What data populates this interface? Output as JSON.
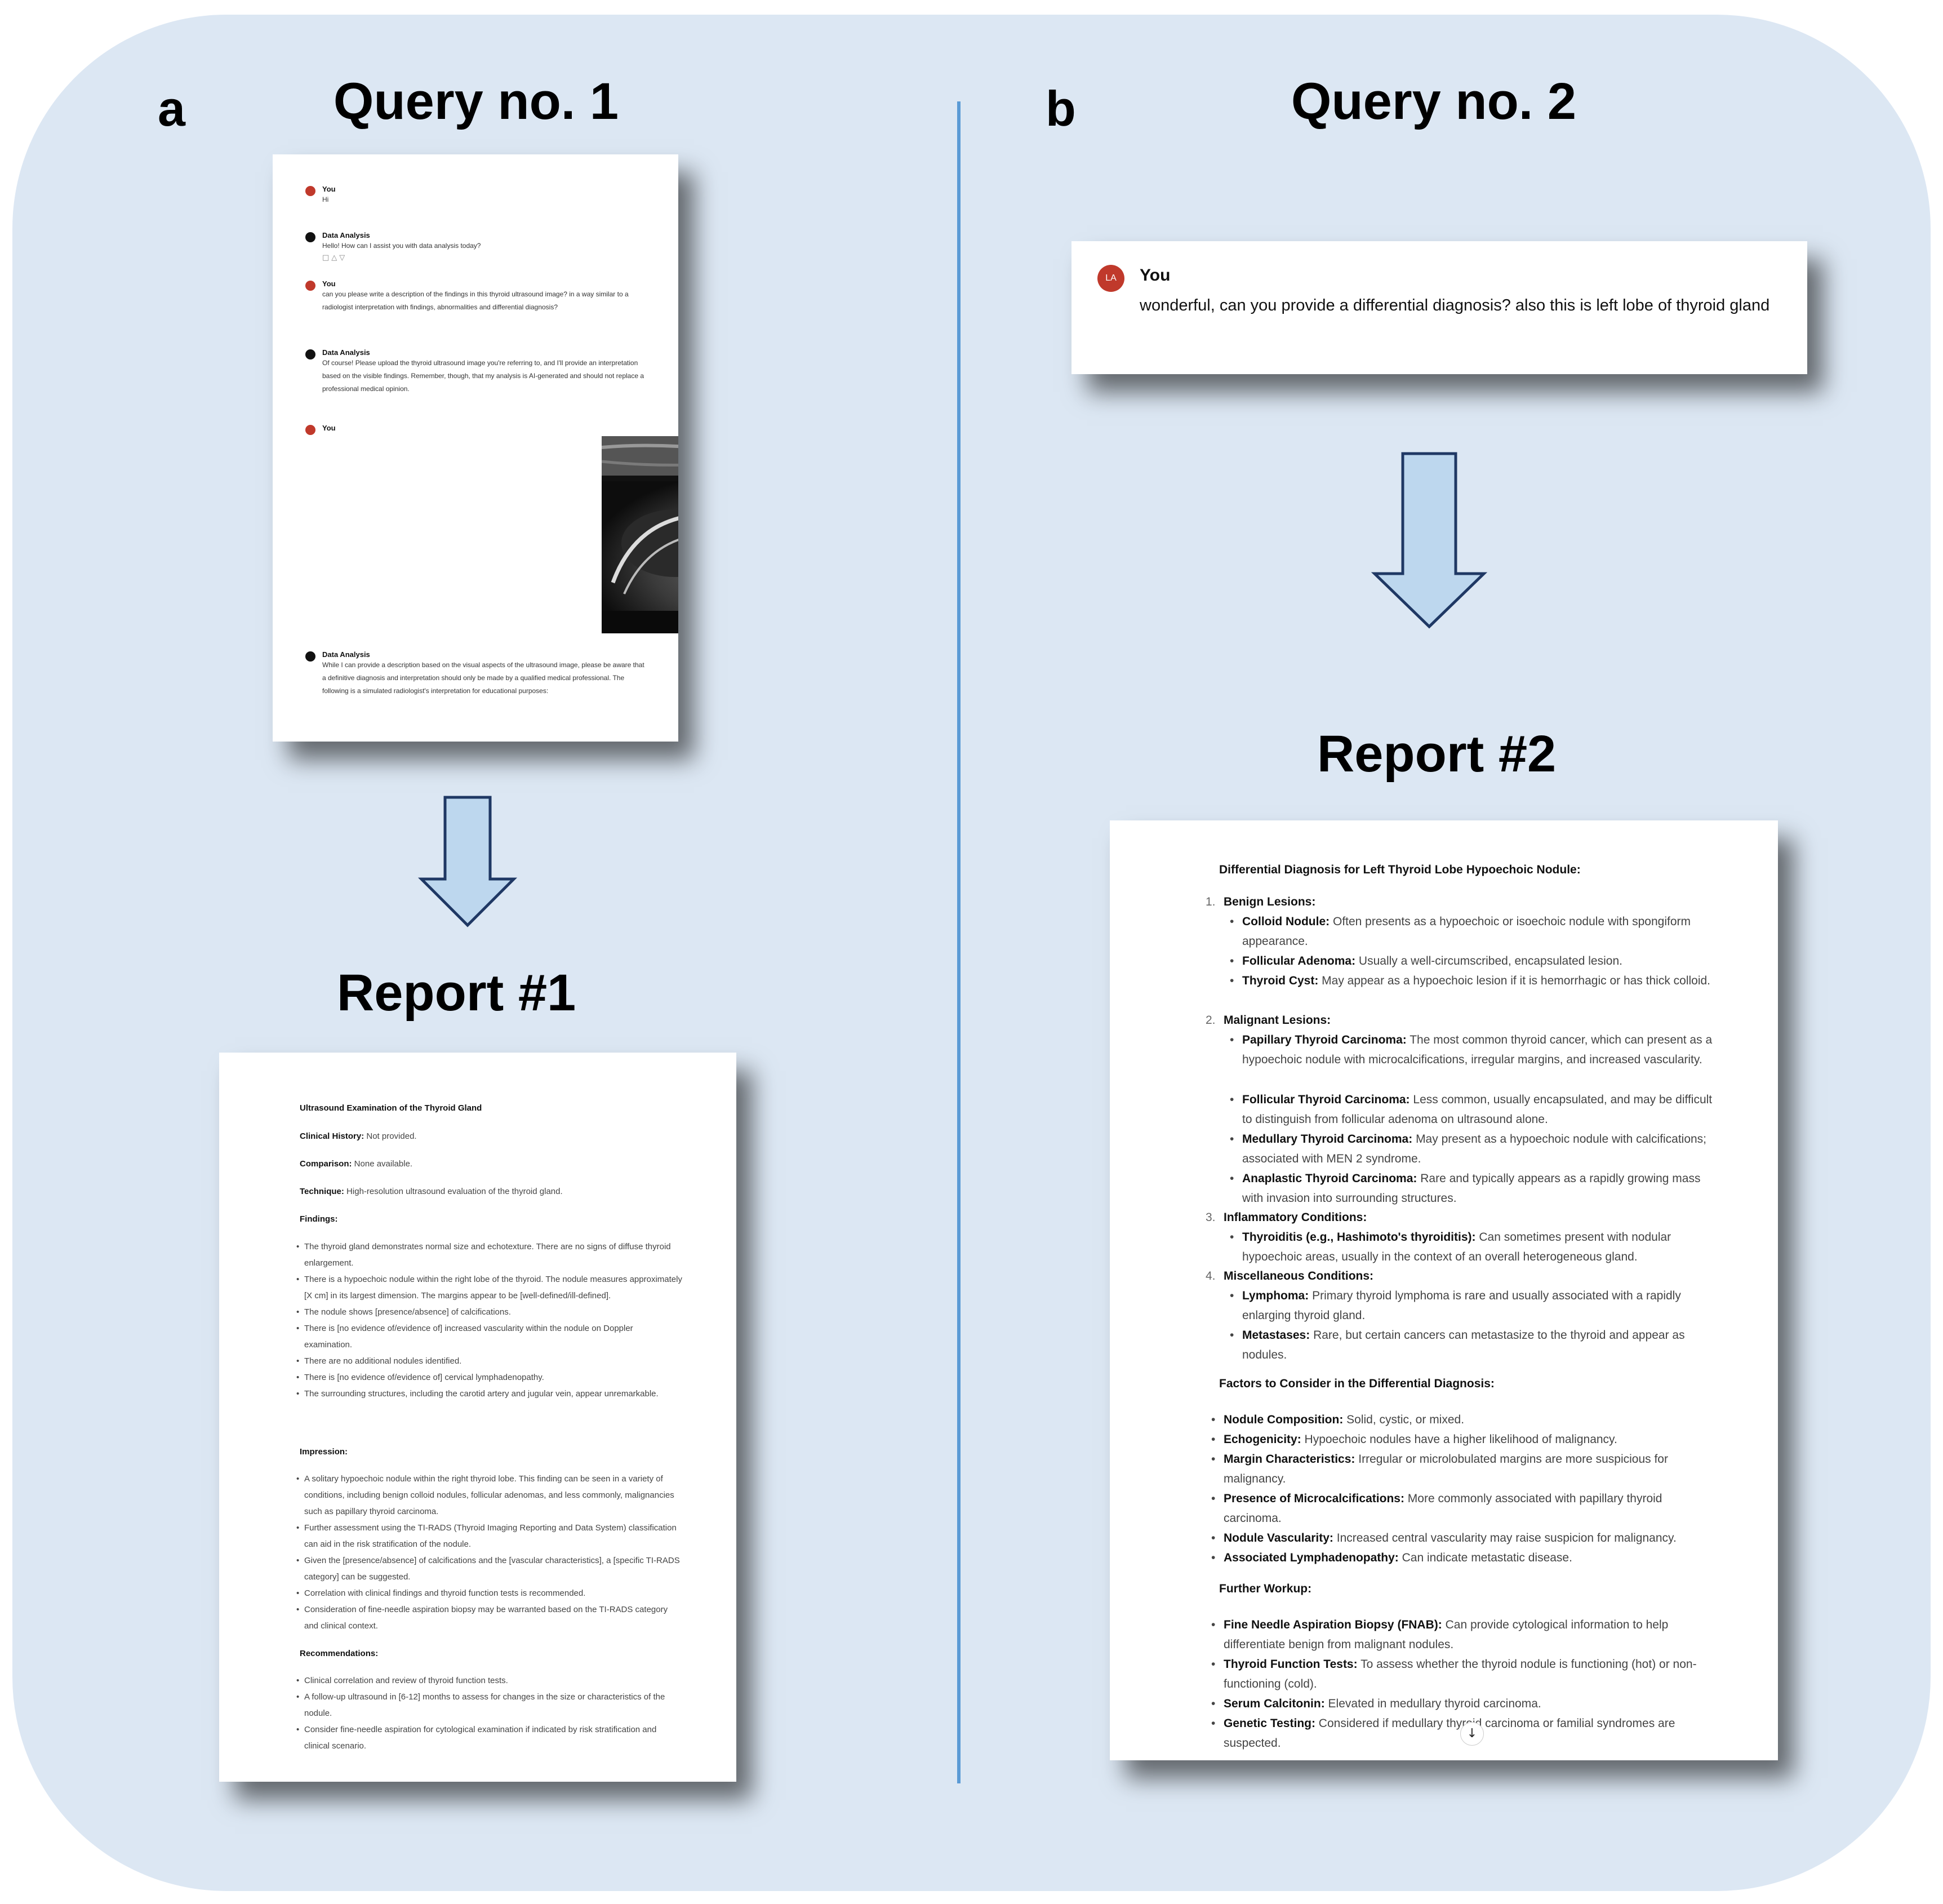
{
  "panel_a": {
    "letter": "a",
    "query_heading": "Query no. 1",
    "report_heading": "Report #1",
    "chat": [
      {
        "who": "You",
        "text": "Hi"
      },
      {
        "who": "Data Analysis",
        "text": "Hello! How can I assist you with data analysis today?"
      },
      {
        "who": "You",
        "text": "can you please write a description of the findings in this thyroid ultrasound image? in a way similar to a radiologist interpretation with findings, abnormalities and differential diagnosis?"
      },
      {
        "who": "Data Analysis",
        "text": "Of course! Please upload the thyroid ultrasound image you're referring to, and I'll provide an interpretation based on the visible findings. Remember, though, that my analysis is AI-generated and should not replace a professional medical opinion."
      },
      {
        "who": "You",
        "text": ""
      },
      {
        "who": "Data Analysis",
        "text": "While I can provide a description based on the visual aspects of the ultrasound image, please be aware that a definitive diagnosis and interpretation should only be made by a qualified medical professional. The following is a simulated radiologist's interpretation for educational purposes:"
      }
    ],
    "report": {
      "title": "Ultrasound Examination of the Thyroid Gland",
      "clinical_history_label": "Clinical History:",
      "clinical_history": " Not provided.",
      "comparison_label": "Comparison:",
      "comparison": " None available.",
      "technique_label": "Technique:",
      "technique": " High-resolution ultrasound evaluation of the thyroid gland.",
      "findings_label": "Findings:",
      "findings": [
        "The thyroid gland demonstrates normal size and echotexture. There are no signs of diffuse thyroid enlargement.",
        "There is a hypoechoic nodule within the right lobe of the thyroid. The nodule measures approximately [X cm] in its largest dimension. The margins appear to be [well-defined/ill-defined].",
        "The nodule shows [presence/absence] of calcifications.",
        "There is [no evidence of/evidence of] increased vascularity within the nodule on Doppler examination.",
        "There are no additional nodules identified.",
        "There is [no evidence of/evidence of] cervical lymphadenopathy.",
        "The surrounding structures, including the carotid artery and jugular vein, appear unremarkable."
      ],
      "impression_label": "Impression:",
      "impression": [
        "A solitary hypoechoic nodule within the right thyroid lobe. This finding can be seen in a variety of conditions, including benign colloid nodules, follicular adenomas, and less commonly, malignancies such as papillary thyroid carcinoma.",
        "Further assessment using the TI-RADS (Thyroid Imaging Reporting and Data System) classification can aid in the risk stratification of the nodule.",
        "Given the [presence/absence] of calcifications and the [vascular characteristics], a [specific TI-RADS category] can be suggested.",
        "Correlation with clinical findings and thyroid function tests is recommended.",
        "Consideration of fine-needle aspiration biopsy may be warranted based on the TI-RADS category and clinical context."
      ],
      "recommendations_label": "Recommendations:",
      "recommendations": [
        "Clinical correlation and review of thyroid function tests.",
        "A follow-up ultrasound in [6-12] months to assess for changes in the size or characteristics of the nodule.",
        "Consider fine-needle aspiration for cytological examination if indicated by risk stratification and clinical scenario."
      ]
    }
  },
  "panel_b": {
    "letter": "b",
    "query_heading": "Query no. 2",
    "report_heading": "Report #2",
    "query": {
      "avatar_initials": "LA",
      "who": "You",
      "text": "wonderful, can you provide a differential diagnosis? also this is left lobe of thyroid gland"
    },
    "report": {
      "title": "Differential Diagnosis for Left Thyroid Lobe Hypoechoic Nodule:",
      "categories": [
        {
          "num": "1.",
          "name": "Benign Lesions:",
          "items": [
            {
              "b": "Colloid Nodule:",
              "t": " Often presents as a hypoechoic or isoechoic nodule with spongiform appearance."
            },
            {
              "b": "Follicular Adenoma:",
              "t": " Usually a well-circumscribed, encapsulated lesion."
            },
            {
              "b": "Thyroid Cyst:",
              "t": " May appear as a hypoechoic lesion if it is hemorrhagic or has thick colloid."
            }
          ]
        },
        {
          "num": "2.",
          "name": "Malignant Lesions:",
          "items": [
            {
              "b": "Papillary Thyroid Carcinoma:",
              "t": " The most common thyroid cancer, which can present as a hypoechoic nodule with microcalcifications, irregular margins, and increased vascularity."
            },
            {
              "b": "Follicular Thyroid Carcinoma:",
              "t": " Less common, usually encapsulated, and may be difficult to distinguish from follicular adenoma on ultrasound alone."
            },
            {
              "b": "Medullary Thyroid Carcinoma:",
              "t": " May present as a hypoechoic nodule with calcifications; associated with MEN 2 syndrome."
            },
            {
              "b": "Anaplastic Thyroid Carcinoma:",
              "t": " Rare and typically appears as a rapidly growing mass with invasion into surrounding structures."
            }
          ]
        },
        {
          "num": "3.",
          "name": "Inflammatory Conditions:",
          "items": [
            {
              "b": "Thyroiditis (e.g., Hashimoto's thyroiditis):",
              "t": " Can sometimes present with nodular hypoechoic areas, usually in the context of an overall heterogeneous gland."
            }
          ]
        },
        {
          "num": "4.",
          "name": "Miscellaneous Conditions:",
          "items": [
            {
              "b": "Lymphoma:",
              "t": " Primary thyroid lymphoma is rare and usually associated with a rapidly enlarging thyroid gland."
            },
            {
              "b": "Metastases:",
              "t": " Rare, but certain cancers can metastasize to the thyroid and appear as nodules."
            }
          ]
        }
      ],
      "factors_title": "Factors to Consider in the Differential Diagnosis:",
      "factors": [
        {
          "b": "Nodule Composition:",
          "t": " Solid, cystic, or mixed."
        },
        {
          "b": "Echogenicity:",
          "t": " Hypoechoic nodules have a higher likelihood of malignancy."
        },
        {
          "b": "Margin Characteristics:",
          "t": " Irregular or microlobulated margins are more suspicious for malignancy."
        },
        {
          "b": "Presence of Microcalcifications:",
          "t": " More commonly associated with papillary thyroid carcinoma."
        },
        {
          "b": "Nodule Vascularity:",
          "t": " Increased central vascularity may raise suspicion for malignancy."
        },
        {
          "b": "Associated Lymphadenopathy:",
          "t": " Can indicate metastatic disease."
        }
      ],
      "workup_title": "Further Workup:",
      "workup": [
        {
          "b": "Fine Needle Aspiration Biopsy (FNAB):",
          "t": " Can provide cytological information to help differentiate benign from malignant nodules."
        },
        {
          "b": "Thyroid Function Tests:",
          "t": " To assess whether the thyroid nodule is functioning (hot) or non-functioning (cold)."
        },
        {
          "b": "Serum Calcitonin:",
          "t": " Elevated in medullary thyroid carcinoma."
        },
        {
          "b": "Genetic Testing:",
          "t": " Considered if medullary thyroid carcinoma or familial syndromes are suspected."
        }
      ],
      "scroll_icon": "arrow-down-icon"
    }
  },
  "colors": {
    "panel_bg": "#dce7f3",
    "divider": "#5b9bd5",
    "arrow_fill": "#bdd7ee",
    "arrow_stroke": "#1f3864",
    "avatar_user": "#c0392b"
  }
}
